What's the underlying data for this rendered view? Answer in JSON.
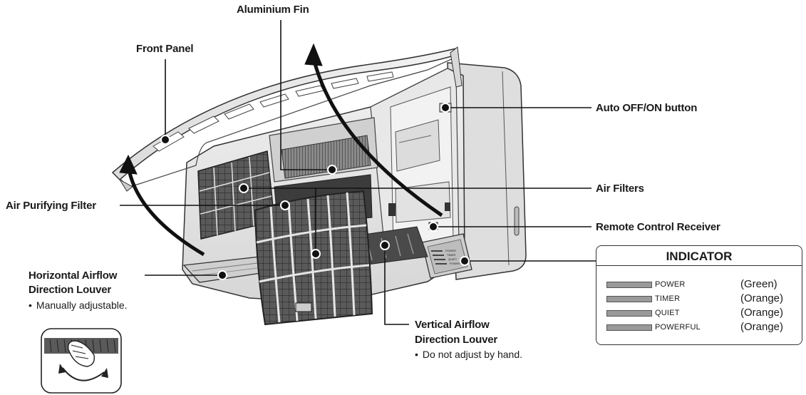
{
  "labels": {
    "aluminium_fin": "Aluminium Fin",
    "front_panel": "Front Panel",
    "auto_button": "Auto OFF/ON button",
    "air_filters": "Air Filters",
    "air_purifying_filter": "Air Purifying Filter",
    "remote_receiver": "Remote Control Receiver",
    "horizontal_louver_line1": "Horizontal Airflow",
    "horizontal_louver_line2": "Direction Louver",
    "horizontal_louver_note": "Manually adjustable.",
    "vertical_louver_line1": "Vertical Airflow",
    "vertical_louver_line2": "Direction Louver",
    "vertical_louver_note": "Do not adjust by hand.",
    "bullet": "•"
  },
  "indicator": {
    "title": "INDICATOR",
    "rows": [
      {
        "name": "POWER",
        "color": "(Green)"
      },
      {
        "name": "TIMER",
        "color": "(Orange)"
      },
      {
        "name": "QUIET",
        "color": "(Orange)"
      },
      {
        "name": "POWERFUL",
        "color": "(Orange)"
      }
    ]
  },
  "unit_panel_text": [
    "POWER",
    "TIMER",
    "QUIET",
    "POWERFUL"
  ]
}
